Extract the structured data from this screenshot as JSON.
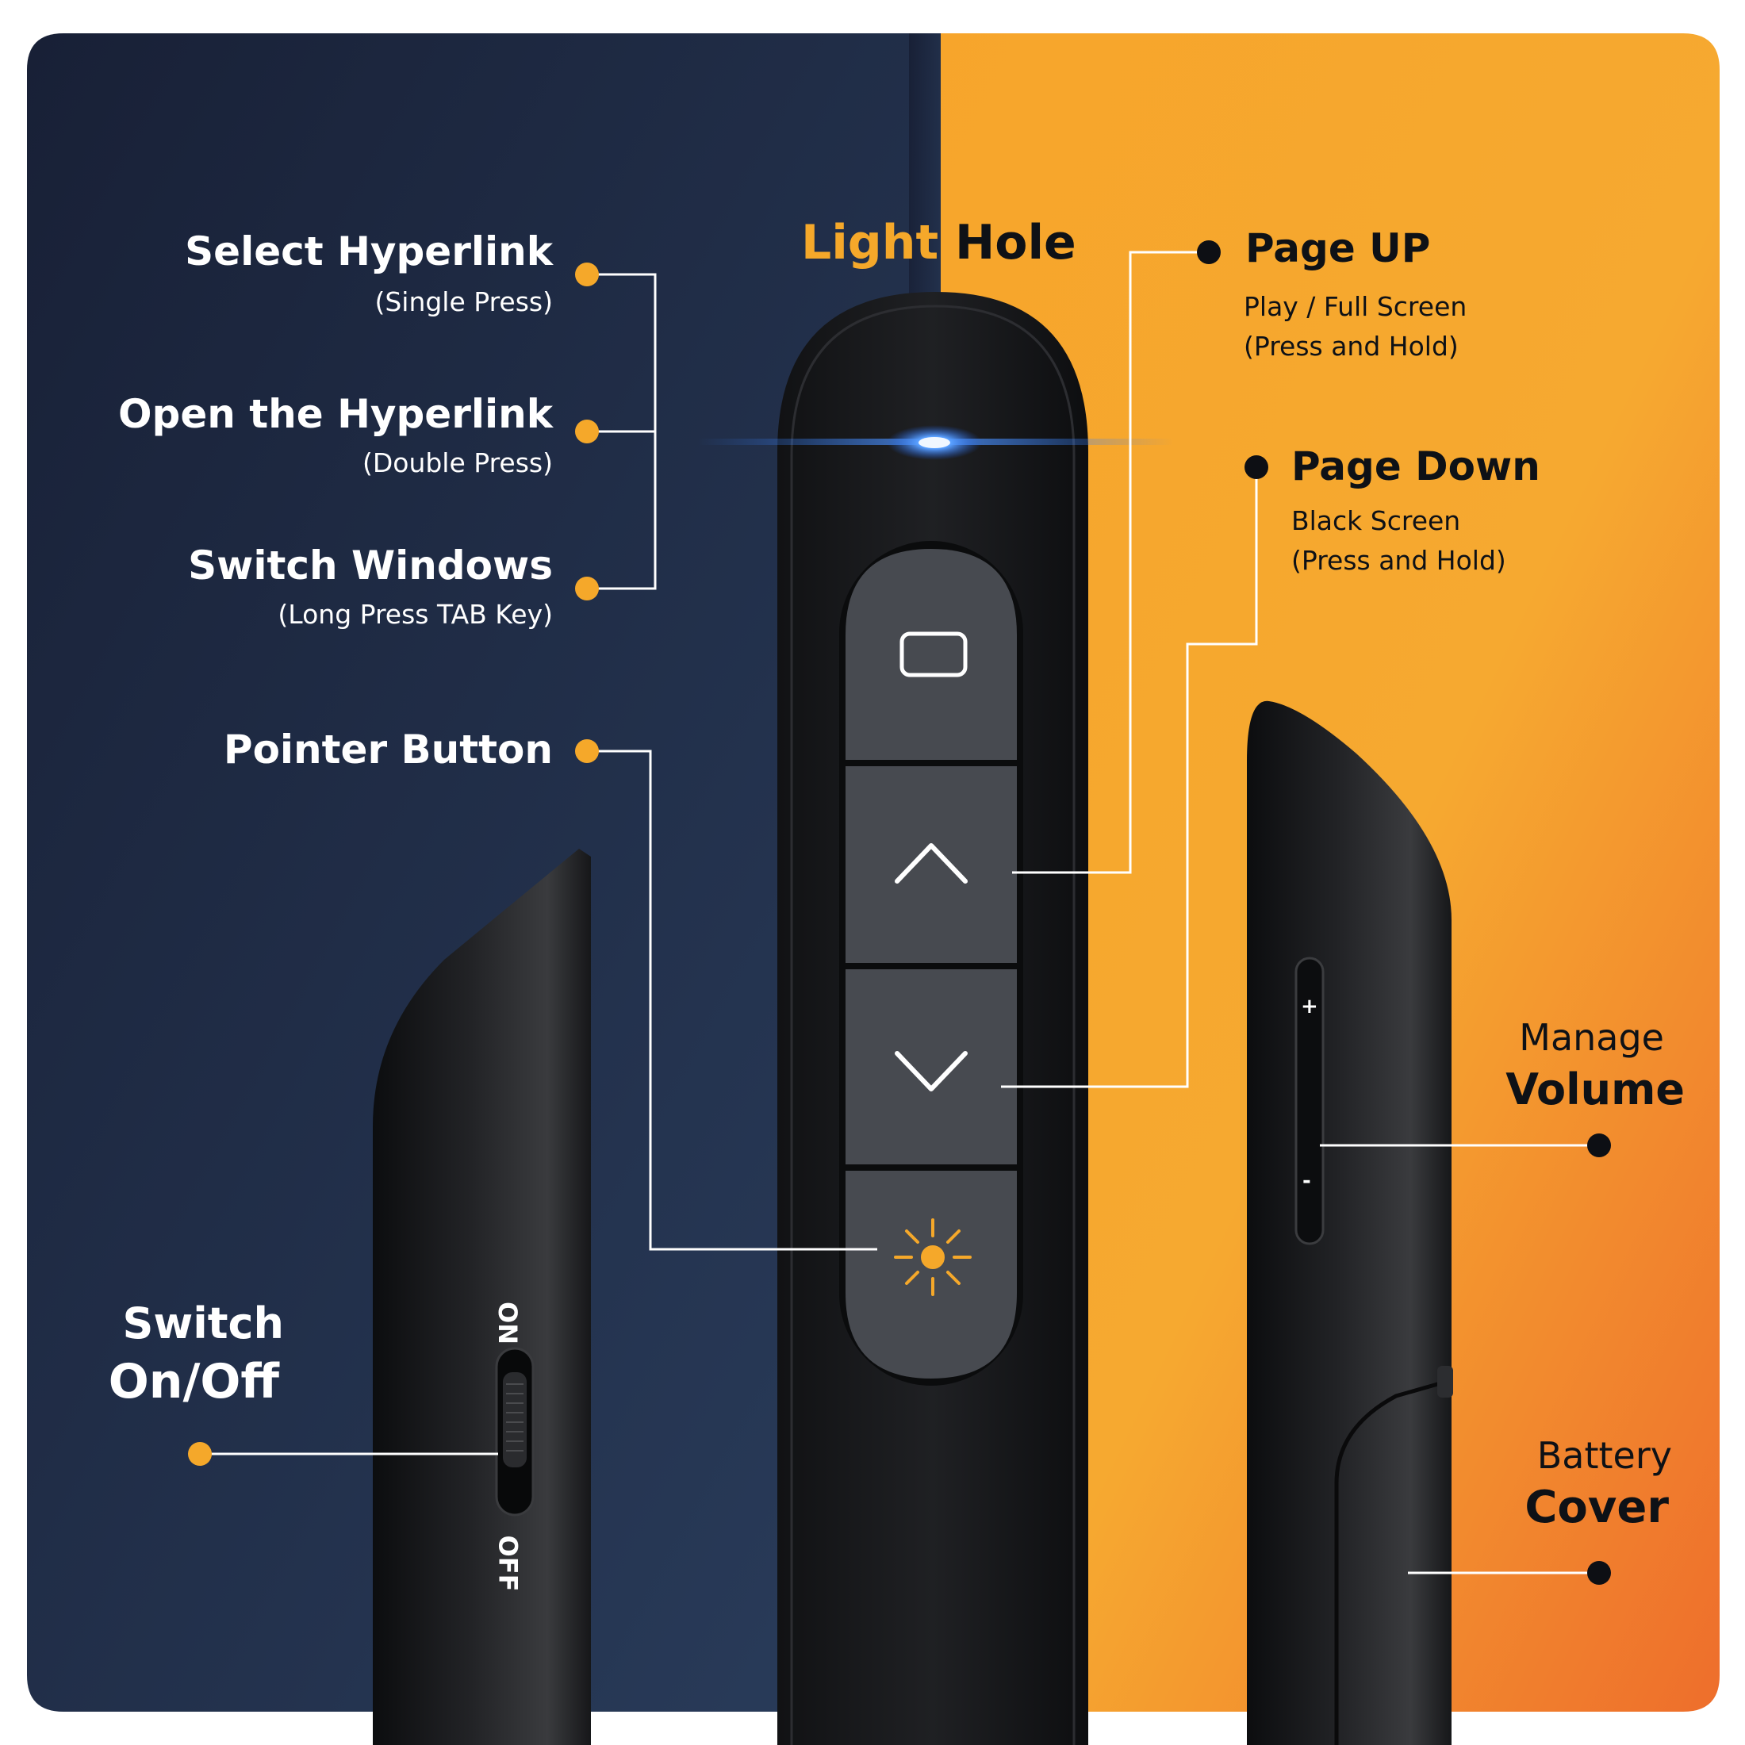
{
  "title": {
    "light": "Light",
    "hole": "Hole"
  },
  "colors": {
    "navy": "#1b2842",
    "orange": "#f7a52b",
    "accent": "#f5a82a",
    "led": "#3d8bff",
    "body": "#141517"
  },
  "callouts": {
    "select_hyperlink": {
      "label": "Select Hyperlink",
      "sub": "(Single Press)"
    },
    "open_hyperlink": {
      "label": "Open the Hyperlink",
      "sub": "(Double Press)"
    },
    "switch_windows": {
      "label": "Switch Windows",
      "sub": "(Long Press TAB Key)"
    },
    "pointer_button": {
      "label": "Pointer Button"
    },
    "switch": {
      "line1": "Switch",
      "line2": "On/Off"
    },
    "page_up": {
      "label": "Page UP",
      "sub1": "Play / Full Screen",
      "sub2": "(Press and Hold)"
    },
    "page_down": {
      "label": "Page Down",
      "sub1": "Black Screen",
      "sub2": "(Press and Hold)"
    },
    "volume": {
      "line1": "Manage",
      "line2": "Volume"
    },
    "battery": {
      "line1": "Battery",
      "line2": "Cover"
    }
  },
  "device": {
    "switch_on": "ON",
    "switch_off": "OFF",
    "vol_plus": "+",
    "vol_minus": "-",
    "icons": [
      "screen-icon",
      "chevron-up-icon",
      "chevron-down-icon",
      "sun-icon"
    ]
  }
}
